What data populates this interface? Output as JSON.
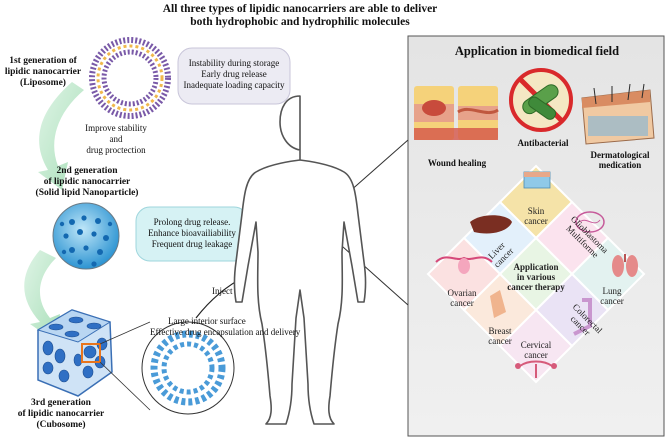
{
  "header": {
    "line1": "All three types of lipidic nanocarriers are able to deliver",
    "line2": "both hydrophobic and hydrophilic molecules"
  },
  "generations": [
    {
      "label_line1": "1st generation of",
      "label_line2": "lipidic nanocarrier",
      "label_line3": "(Liposome)",
      "issues": [
        "Instability during storage",
        "Early drug release",
        "Inadequate loading capacity"
      ]
    },
    {
      "label_line1": "2nd generation",
      "label_line2": "of lipidic nanocarrier",
      "label_line3": "(Solid lipid Nanoparticle)",
      "issues": [
        "Prolong drug release.",
        "Enhance bioavailiability",
        "Frequent drug leakage"
      ]
    },
    {
      "label_line1": "3rd generation",
      "label_line2": "of lipidic nanocarrier",
      "label_line3": "(Cubosome)",
      "features": [
        "Large interior surface",
        "Effective drug encapsulation and delivery"
      ]
    }
  ],
  "transition": {
    "line1": "Improve stability",
    "line2": "and",
    "line3": "drug proctection"
  },
  "inject_label": "Inject",
  "biomedical": {
    "title": "Application in biomedical field",
    "wound_healing": "Wound healing",
    "antibacterial": "Antibacterial",
    "dermatological_line1": "Dermatological",
    "dermatological_line2": "medication"
  },
  "cancer": {
    "center_line1": "Application",
    "center_line2": "in various",
    "center_line3": "cancer therapy",
    "skin_line1": "Skin",
    "skin_line2": "cancer",
    "glio_line1": "Glioblastoma",
    "glio_line2": "Multiforme",
    "liver_line1": "Liver",
    "liver_line2": "cancer",
    "lung_line1": "Lung",
    "lung_line2": "cancer",
    "ovarian_line1": "Ovarian",
    "ovarian_line2": "cancer",
    "breast_line1": "Breast",
    "breast_line2": "cancer",
    "colorectal_line1": "Colorectal",
    "colorectal_line2": "cancer",
    "cervical_line1": "Cervical",
    "cervical_line2": "cancer"
  },
  "colors": {
    "panel_bg": "#e9e9e9",
    "arrow_green": "#b9e6c6",
    "callout1_bg": "#ecebf3",
    "callout2_bg": "#d6f2f4",
    "sln_blue": "#3aa6df",
    "cubosome_blue": "#5d8fd6"
  }
}
